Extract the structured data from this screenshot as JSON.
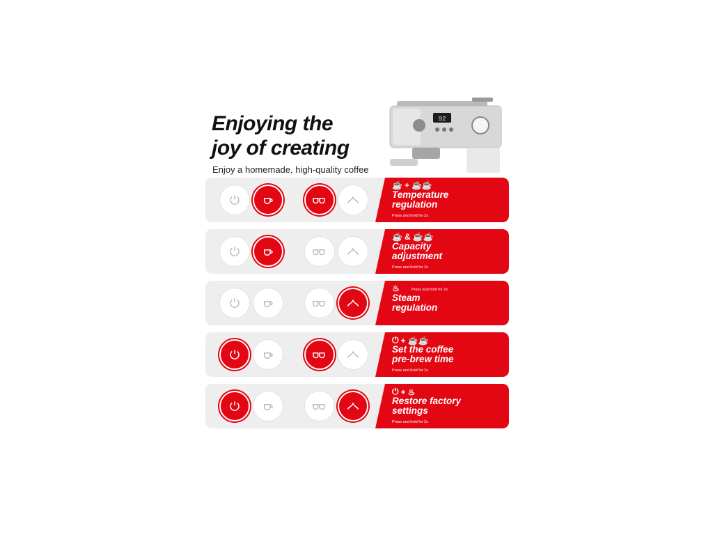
{
  "hero": {
    "title_line1": "Enjoying the",
    "title_line2": "joy of creating",
    "subtitle": "Enjoy a homemade, high-quality coffee"
  },
  "machine": {
    "display_value": "92"
  },
  "colors": {
    "accent": "#e30613",
    "row_bg": "#eeeeee"
  },
  "icons": [
    "power-icon",
    "single-cup-icon",
    "double-cup-icon",
    "steam-icon"
  ],
  "rows": [
    {
      "title_line1": "Temperature",
      "title_line2": "regulation",
      "combo_connector": "+",
      "note": "Press and hold for 2s",
      "active_buttons": [
        "single-cup",
        "double-cup"
      ]
    },
    {
      "title_line1": "Capacity",
      "title_line2": "adjustment",
      "combo_connector": "&",
      "note": "Press and hold for 2s",
      "active_buttons": [
        "single-cup"
      ]
    },
    {
      "title_line1": "Steam",
      "title_line2": "regulation",
      "combo_connector": "",
      "note": "Press and hold for 2s",
      "active_buttons": [
        "steam"
      ]
    },
    {
      "title_line1": "Set the coffee",
      "title_line2": "pre-brew time",
      "combo_connector": "+",
      "note": "Press and hold for 2s",
      "active_buttons": [
        "power",
        "double-cup"
      ]
    },
    {
      "title_line1": "Restore factory",
      "title_line2": "settings",
      "combo_connector": "+",
      "note": "Press and hold for 2s",
      "active_buttons": [
        "power",
        "steam"
      ]
    }
  ]
}
